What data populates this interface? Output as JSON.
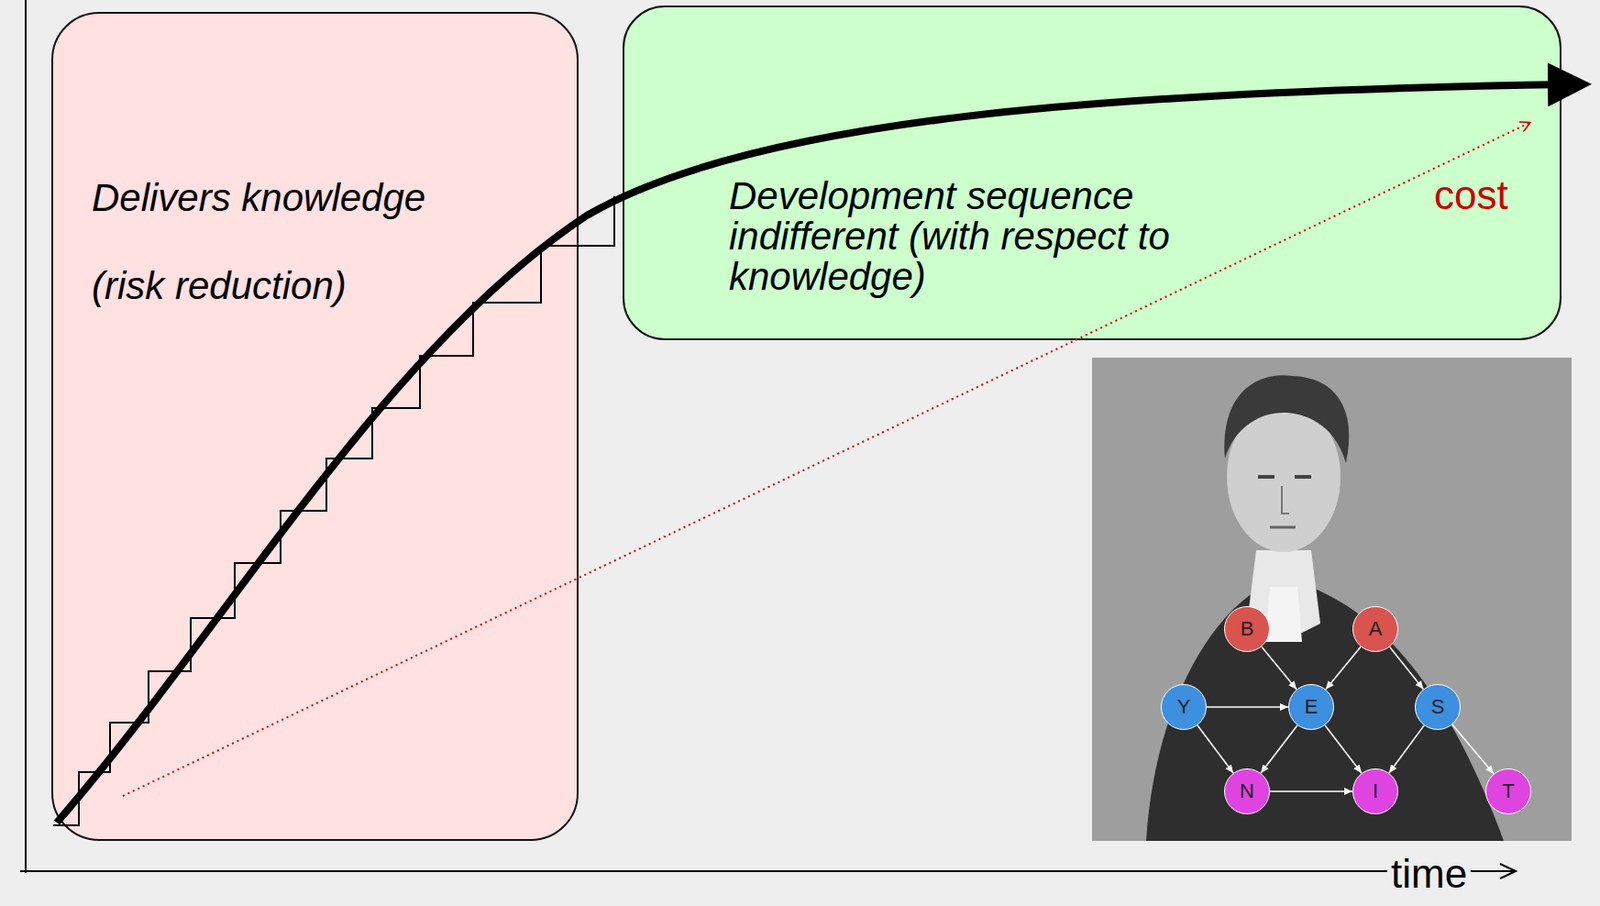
{
  "diagram": {
    "nodes": [
      {
        "text": [
          "Delivers knowledge",
          "(risk reduction)"
        ]
      },
      {
        "text": [
          "Development sequence indifferent (with respect to knowledge)"
        ]
      },
      {
        "text": [
          "B"
        ]
      },
      {
        "text": [
          "A"
        ]
      },
      {
        "text": [
          "Y"
        ]
      },
      {
        "text": [
          "E"
        ]
      },
      {
        "text": [
          "S"
        ]
      },
      {
        "text": [
          "N"
        ]
      },
      {
        "text": [
          "I"
        ]
      },
      {
        "text": [
          "T"
        ]
      }
    ],
    "edges": [
      {
        "from": 2,
        "to": 5,
        "arrow": "to"
      },
      {
        "from": 3,
        "to": 5,
        "arrow": "to"
      },
      {
        "from": 3,
        "to": 6,
        "arrow": "to"
      },
      {
        "from": 4,
        "to": 5,
        "arrow": "to"
      },
      {
        "from": 4,
        "to": 7,
        "arrow": "to"
      },
      {
        "from": 5,
        "to": 7,
        "arrow": "to"
      },
      {
        "from": 5,
        "to": 8,
        "arrow": "to"
      },
      {
        "from": 6,
        "to": 8,
        "arrow": "to"
      },
      {
        "from": 6,
        "to": 9,
        "arrow": "to"
      },
      {
        "from": 7,
        "to": 8,
        "arrow": "to"
      }
    ],
    "labels": [
      "cost",
      "time"
    ]
  }
}
